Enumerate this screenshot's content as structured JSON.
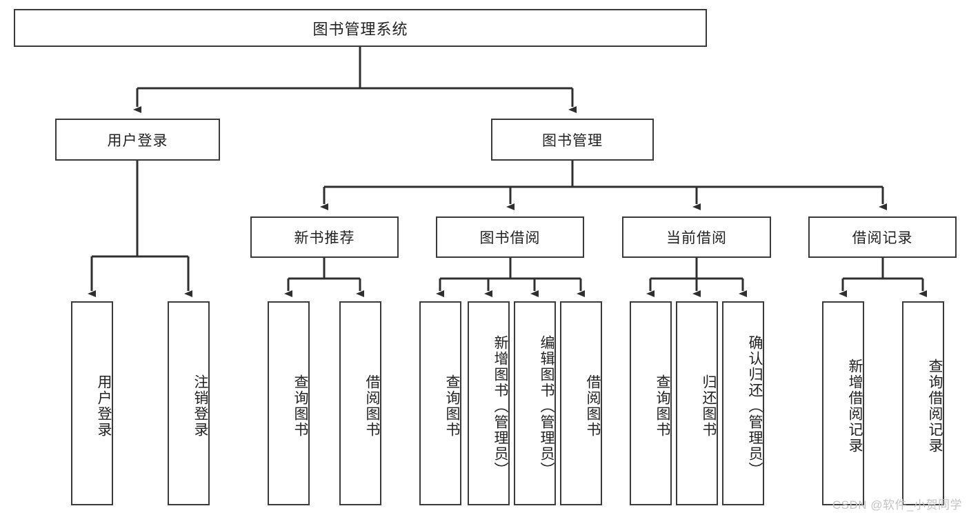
{
  "diagram": {
    "title": "图书管理系统",
    "watermark": "CSDN @软件_小贺同学",
    "colors": {
      "box_border": "#3a3a3a",
      "box_fill": "#ffffff",
      "edge": "#2f2f2f",
      "text": "#222222",
      "watermark": "#c3c3c3",
      "background": "#ffffff"
    },
    "root": {
      "label": "图书管理系统"
    },
    "level1": [
      {
        "label": "用户登录"
      },
      {
        "label": "图书管理"
      }
    ],
    "level2": [
      {
        "label": "新书推荐"
      },
      {
        "label": "图书借阅"
      },
      {
        "label": "当前借阅"
      },
      {
        "label": "借阅记录"
      }
    ],
    "leaves": {
      "user_login": [
        {
          "label": "用户登录"
        },
        {
          "label": "注销登录"
        }
      ],
      "new_book": [
        {
          "label": "查询图书"
        },
        {
          "label": "借阅图书"
        }
      ],
      "book_borrow": [
        {
          "label": "查询图书"
        },
        {
          "label": "新增图书（管理员）"
        },
        {
          "label": "编辑图书（管理员）"
        },
        {
          "label": "借阅图书"
        }
      ],
      "current_borrow": [
        {
          "label": "查询图书"
        },
        {
          "label": "归还图书"
        },
        {
          "label": "确认归还（管理员）"
        }
      ],
      "borrow_record": [
        {
          "label": "新增借阅记录"
        },
        {
          "label": "查询借阅记录"
        }
      ]
    }
  }
}
